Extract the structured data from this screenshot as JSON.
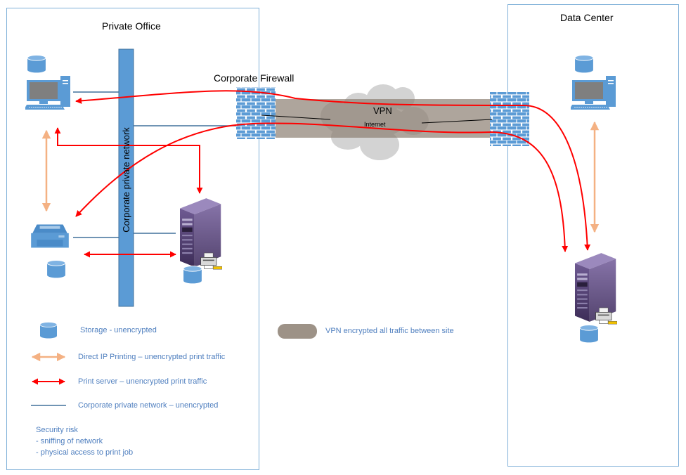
{
  "zones": {
    "private_office": "Private Office",
    "data_center": "Data Center"
  },
  "labels": {
    "corporate_firewall": "Corporate Firewall",
    "vpn": "VPN",
    "internet": "Internet",
    "corporate_private_network": "Corporate private network"
  },
  "legend": {
    "storage": "Storage - unencrypted",
    "direct_ip": "Direct IP Printing – unencrypted print traffic",
    "print_server": "Print server  – unencrypted print traffic",
    "private_network": "Corporate private network – unencrypted",
    "vpn": "VPN encrypted all traffic between site"
  },
  "notes": {
    "title": "Security risk",
    "line1": "- sniffing of network",
    "line2": "- physical access to print job"
  },
  "colors": {
    "zone_border": "#7fb0d8",
    "network_bar": "#5b9bd5",
    "network_line": "#41719c",
    "red_arrow": "#ff0000",
    "orange_arrow": "#f4b183",
    "vpn_tunnel": "#8c7f72",
    "firewall_brick": "#5b9bd5",
    "cloud": "#d3d3d3",
    "legend_text": "#4f7fbf"
  },
  "icons": [
    "desktop-computer-icon",
    "database-icon",
    "printer-icon",
    "server-icon",
    "firewall-icon",
    "cloud-icon"
  ]
}
